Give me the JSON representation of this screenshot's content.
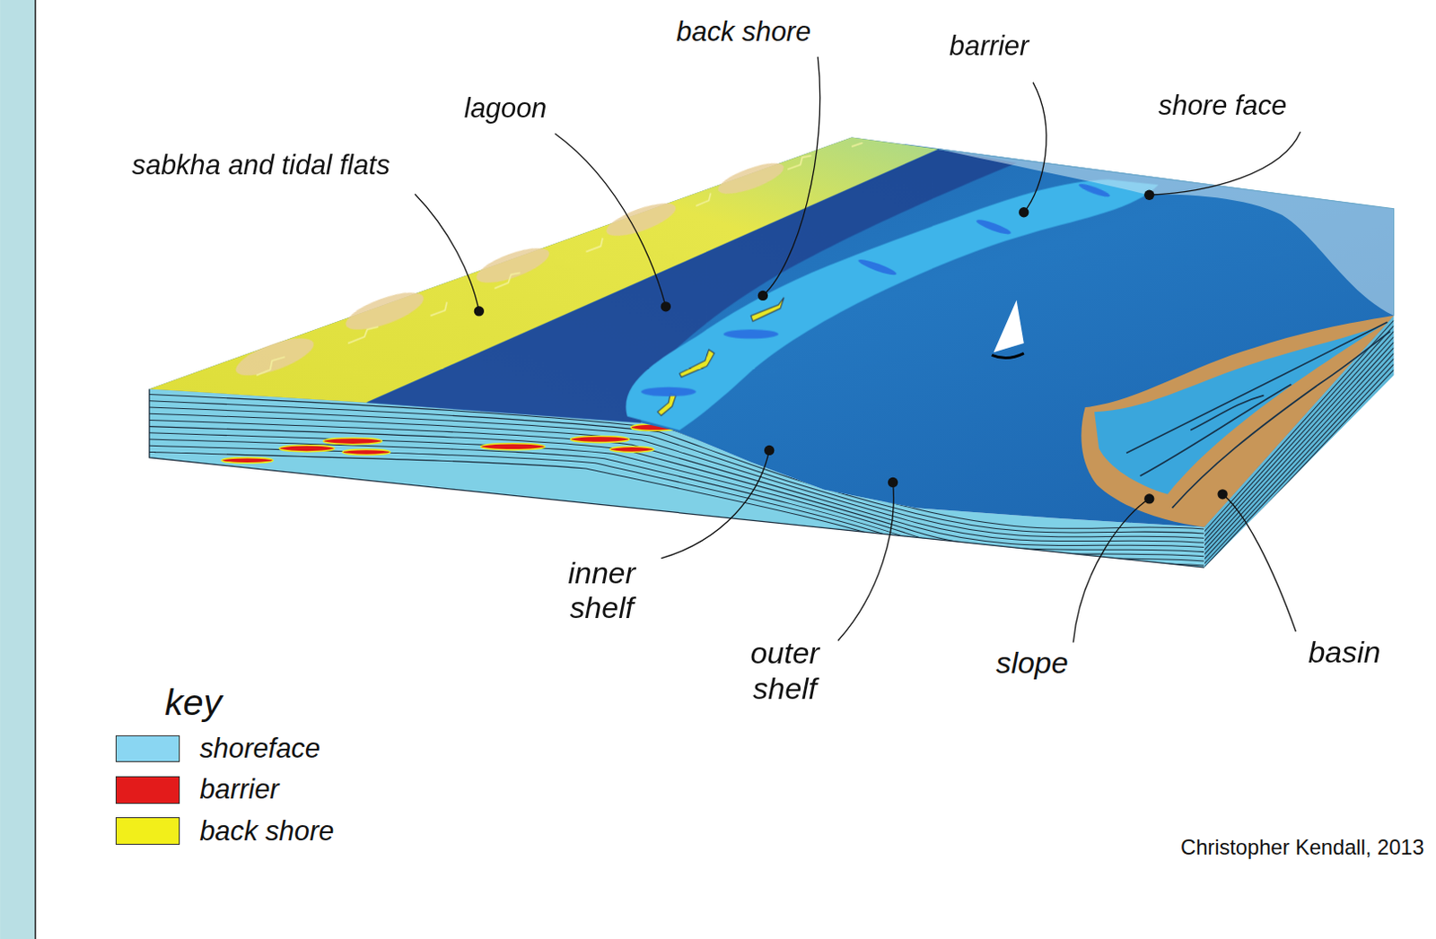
{
  "diagram": {
    "labels": [
      "back shore",
      "barrier",
      "lagoon",
      "shore face",
      "sabkha and tidal flats",
      "inner shelf",
      "outer shelf",
      "slope",
      "basin",
      "key",
      "Christopher Kendall, 2013"
    ],
    "legend": [
      {
        "text": "shoreface",
        "color": "#8ad6f2"
      },
      {
        "text": "barrier",
        "color": "#e31b1b"
      },
      {
        "text": "back shore",
        "color": "#f2ef1a"
      }
    ]
  }
}
